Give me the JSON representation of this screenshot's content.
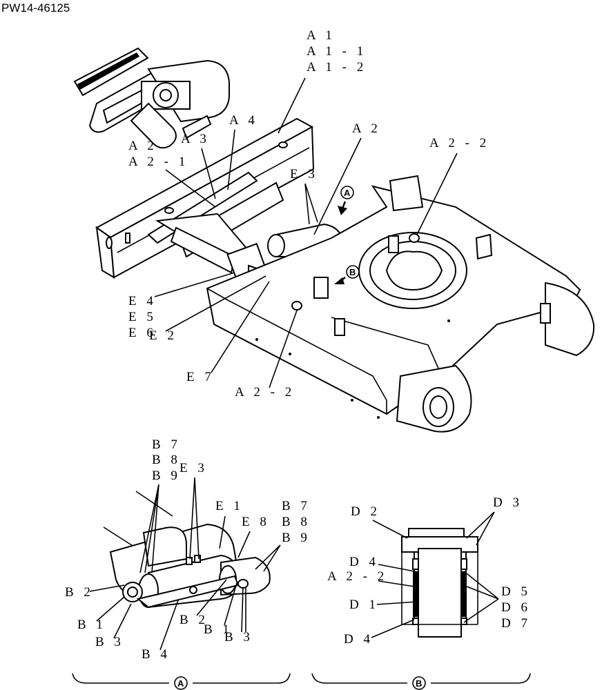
{
  "drawing_code": "PW14-46125",
  "views": {
    "view_a": "A",
    "view_b": "B"
  },
  "main_labels": {
    "a1": "A 1",
    "a1_1": "A 1 - 1",
    "a1_2": "A 1 - 2",
    "a2_left": "A 2",
    "a2_1": "A 2 - 1",
    "a3": "A 3",
    "a4": "A 4",
    "e3": "E 3",
    "a2_center": "A 2",
    "a2_2_right": "A 2 - 2",
    "e4": "E 4",
    "e5": "E 5",
    "e6": "E 6",
    "e2": "E 2",
    "e7": "E 7",
    "a2_2_bottom": "A 2 - 2"
  },
  "detail_a_labels": {
    "b7": "B 7",
    "b8": "B 8",
    "b9": "B 9",
    "e3": "E 3",
    "e1": "E 1",
    "e8": "E 8",
    "b7r": "B 7",
    "b8r": "B 8",
    "b9r": "B 9",
    "b2": "B 2",
    "b1": "B 1",
    "b3": "B 3",
    "b4": "B 4",
    "b2b": "B 2",
    "b1b": "B 1",
    "b3b": "B 3"
  },
  "detail_b_labels": {
    "d2": "D 2",
    "d3": "D 3",
    "d4_top": "D 4",
    "a2_2": "A 2 - 2",
    "d1": "D 1",
    "d4_bottom": "D 4",
    "d5": "D 5",
    "d6": "D 6",
    "d7": "D 7"
  }
}
